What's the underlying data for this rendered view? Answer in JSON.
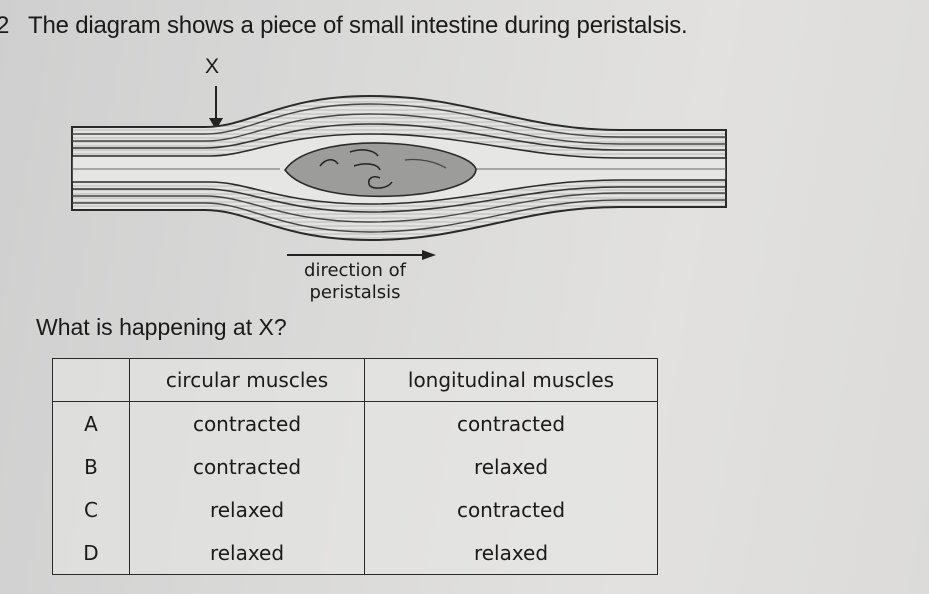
{
  "question": {
    "number": "2",
    "title": "The diagram shows a piece of small intestine during peristalsis.",
    "prompt": "What is happening at X?"
  },
  "diagram": {
    "marker_label": "X",
    "direction_label_line1": "direction of",
    "direction_label_line2": "peristalsis"
  },
  "table": {
    "headers": [
      "",
      "circular muscles",
      "longitudinal muscles"
    ],
    "rows": [
      {
        "key": "A",
        "circular": "contracted",
        "longitudinal": "contracted"
      },
      {
        "key": "B",
        "circular": "contracted",
        "longitudinal": "relaxed"
      },
      {
        "key": "C",
        "circular": "relaxed",
        "longitudinal": "contracted"
      },
      {
        "key": "D",
        "circular": "relaxed",
        "longitudinal": "relaxed"
      }
    ]
  }
}
